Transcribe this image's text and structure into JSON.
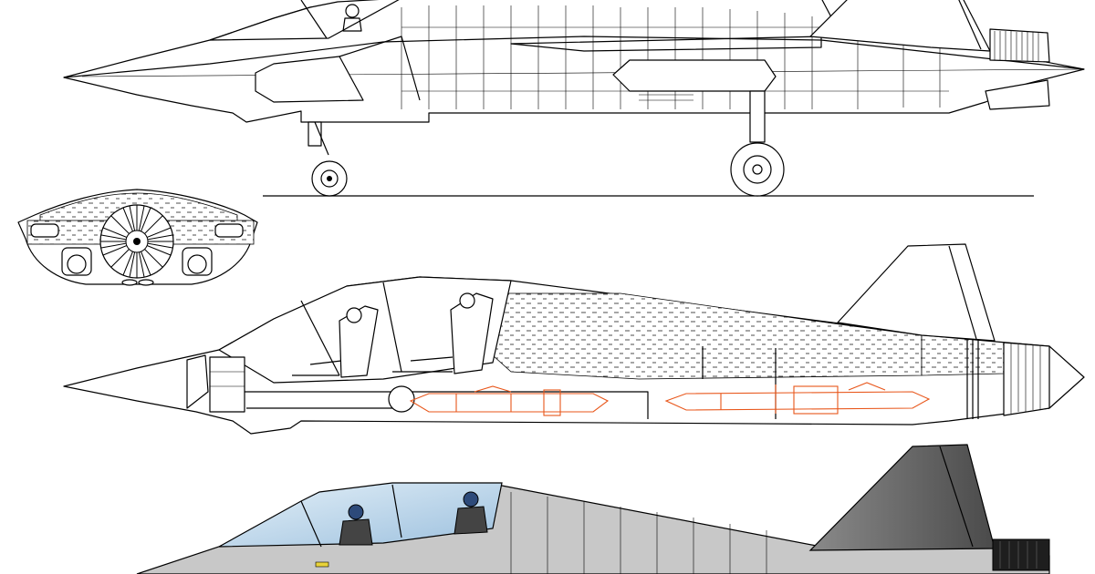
{
  "colors": {
    "line": "#000000",
    "weapon": "#e8561a",
    "fuel_hatch": "#000000",
    "airframe_grey": "#c8c8c8",
    "tail_grey": "#6a6a6a",
    "canopy_blue": "#bcd6ea"
  },
  "views": [
    {
      "name": "side-profile-view"
    },
    {
      "name": "front-section-view"
    },
    {
      "name": "cutaway-internal-view"
    },
    {
      "name": "colored-profile-view"
    }
  ]
}
